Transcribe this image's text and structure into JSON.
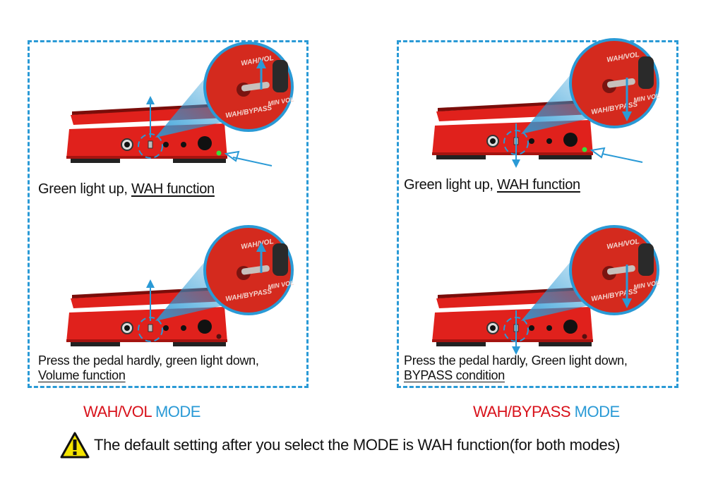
{
  "colors": {
    "accent_blue": "#2a9ad6",
    "pedal_red": "#e0211c",
    "text_red": "#d8121b",
    "led_green": "#35e03a",
    "warning_yellow": "#f5e400"
  },
  "switch_labels": {
    "top": "WAH/VOL",
    "bottom": "WAH/BYPASS",
    "right": "MIN VOL"
  },
  "left_panel": {
    "top_caption": {
      "prefix": "Green light up, ",
      "underlined": "WAH function"
    },
    "bottom_caption": {
      "line1": "Press the pedal hardly, green light down,",
      "underlined": "Volume function"
    },
    "mode": {
      "name": "WAH/VOL",
      "suffix": "MODE"
    },
    "top_led_on": true,
    "bottom_led_on": false,
    "switch_direction": "up"
  },
  "right_panel": {
    "top_caption": {
      "prefix": "Green light up, ",
      "underlined": "WAH function"
    },
    "bottom_caption": {
      "line1": "Press the pedal hardly, Green light down,",
      "underlined": "BYPASS condition"
    },
    "mode": {
      "name": "WAH/BYPASS",
      "suffix": "MODE"
    },
    "top_led_on": true,
    "bottom_led_on": false,
    "switch_direction": "down"
  },
  "footer": {
    "warning_icon": "warning-triangle-icon",
    "text": "The default setting  after you select the MODE is WAH function(for both modes)"
  }
}
